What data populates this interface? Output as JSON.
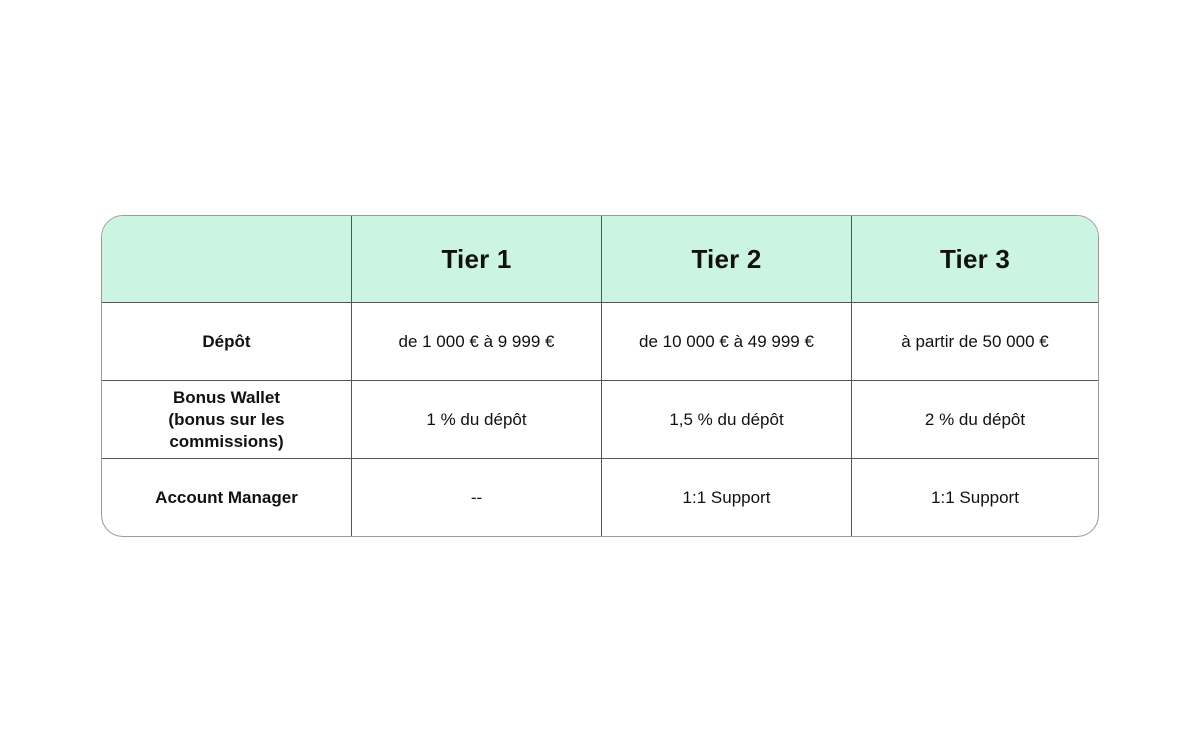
{
  "table": {
    "corner": "",
    "headers": [
      "Tier 1",
      "Tier 2",
      "Tier 3"
    ],
    "rows": [
      {
        "label": "Dépôt",
        "cells": [
          "de 1 000 € à 9 999 €",
          "de 10 000 € à 49 999 €",
          "à partir de 50 000 €"
        ]
      },
      {
        "label": "Bonus Wallet\n(bonus sur les\ncommissions)",
        "cells": [
          "1 % du dépôt",
          "1,5 % du dépôt",
          "2 % du dépôt"
        ]
      },
      {
        "label": "Account Manager",
        "cells": [
          "--",
          "1:1 Support",
          "1:1 Support"
        ]
      }
    ]
  },
  "colors": {
    "header_bg": "#ccf4e3",
    "border": "#555555",
    "text": "#111111"
  }
}
